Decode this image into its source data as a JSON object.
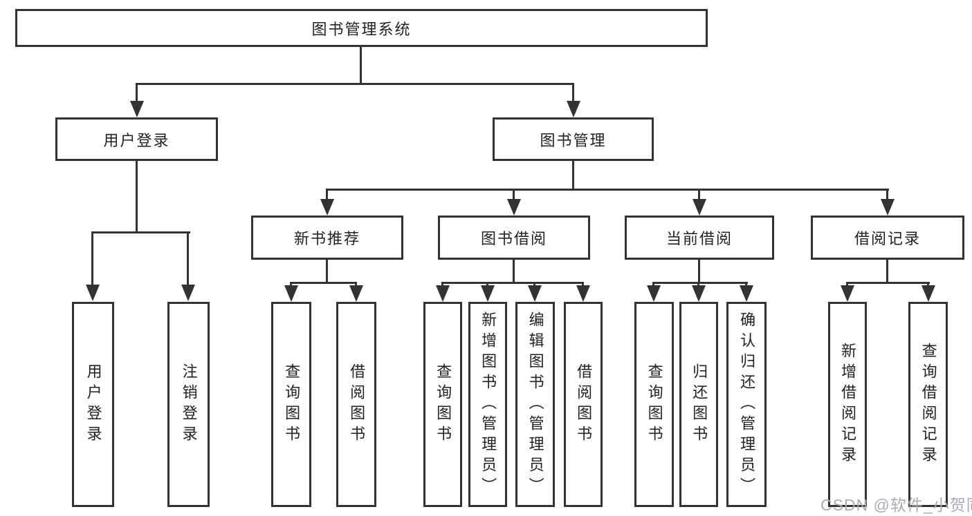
{
  "root": {
    "label": "图书管理系统"
  },
  "level2": {
    "user_login": {
      "label": "用户登录"
    },
    "book_management": {
      "label": "图书管理"
    }
  },
  "level3": {
    "new_book_recommend": {
      "label": "新书推荐"
    },
    "book_borrow": {
      "label": "图书借阅"
    },
    "current_borrow": {
      "label": "当前借阅"
    },
    "borrow_records": {
      "label": "借阅记录"
    }
  },
  "leaves": {
    "user_login": [
      "用户登录",
      "注销登录"
    ],
    "new_book_recommend": [
      "查询图书",
      "借阅图书"
    ],
    "book_borrow": [
      "查询图书",
      "新增图书（管理员）",
      "编辑图书（管理员）",
      "借阅图书"
    ],
    "current_borrow": [
      "查询图书",
      "归还图书",
      "确认归还（管理员）"
    ],
    "borrow_records": [
      "新增借阅记录",
      "查询借阅记录"
    ]
  },
  "watermark": {
    "text": "CSDN @软件_小贺同学"
  },
  "colors": {
    "line": "#333333",
    "text": "#222222",
    "watermark": "#a9aeb5",
    "background": "#ffffff"
  }
}
